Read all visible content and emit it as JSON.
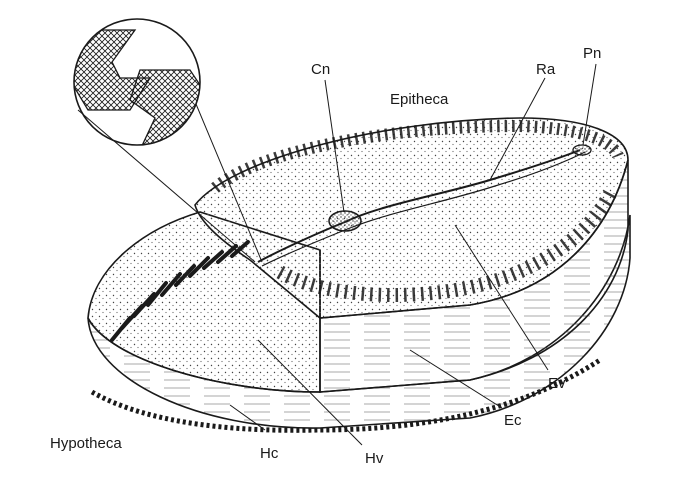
{
  "labels": {
    "epitheca": "Epitheca",
    "hypotheca": "Hypotheca",
    "cn": "Cn",
    "ra": "Ra",
    "pn": "Pn",
    "ev": "Ev",
    "ec": "Ec",
    "hc": "Hc",
    "hv": "Hv"
  },
  "colors": {
    "ink": "#1a1a1a",
    "paper": "#ffffff",
    "shade": "#e6e6e6"
  }
}
